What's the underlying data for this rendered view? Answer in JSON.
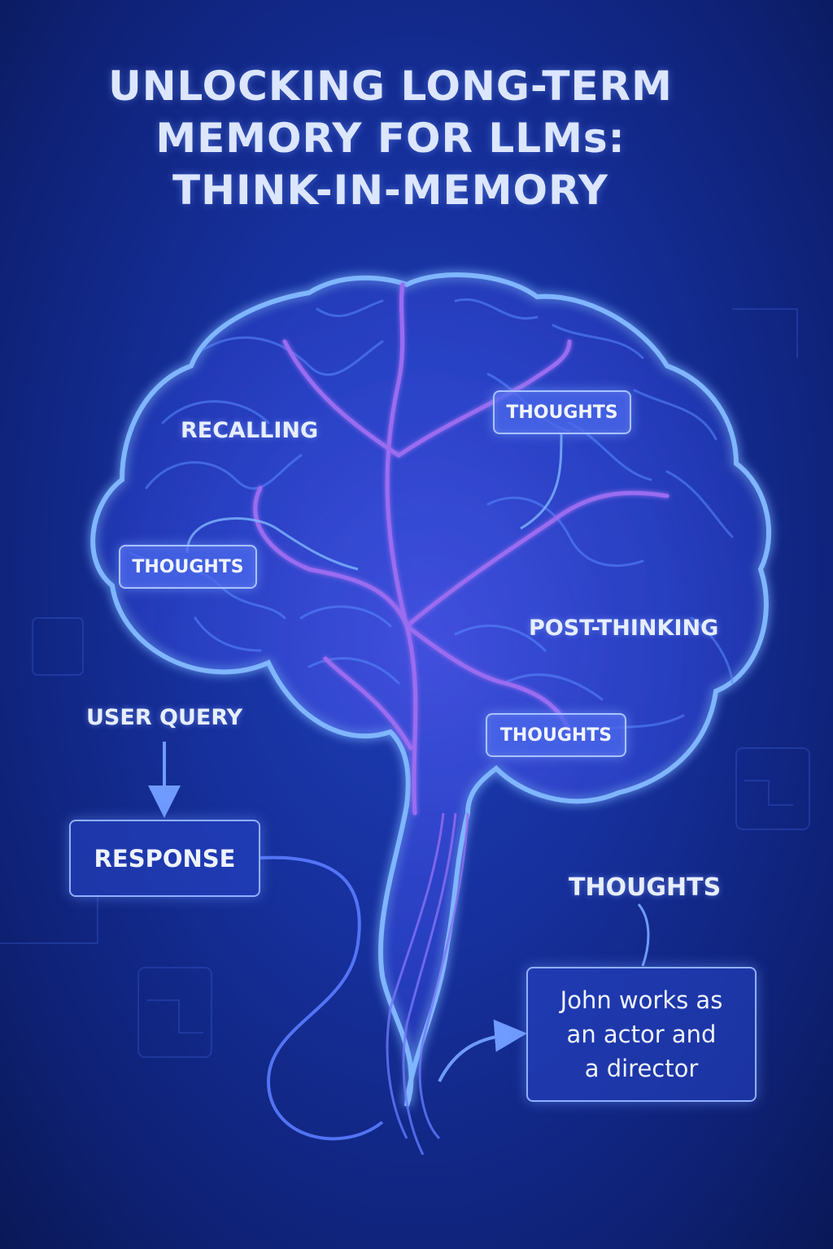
{
  "title": {
    "line1": "UNLOCKING LONG-TERM",
    "line2": "MEMORY FOR LLMs:",
    "line3": "THINK-IN-MEMORY"
  },
  "brain_labels": {
    "recalling": "RECALLING",
    "post_thinking": "POST-THINKING",
    "thoughts_left": "THOUGHTS",
    "thoughts_top_right": "THOUGHTS",
    "thoughts_lower": "THOUGHTS"
  },
  "flow": {
    "user_query": "USER QUERY",
    "response": "RESPONSE",
    "thoughts_heading": "THOUGHTS",
    "memory_note_line1": "John works as",
    "memory_note_line2": "an actor and",
    "memory_note_line3": "a director"
  },
  "colors": {
    "background": "#16309c",
    "brain_outline": "#7fb6ff",
    "veins": "#9a6cf0",
    "chip_fill": "#4a68eb",
    "text": "#e6eeff"
  }
}
